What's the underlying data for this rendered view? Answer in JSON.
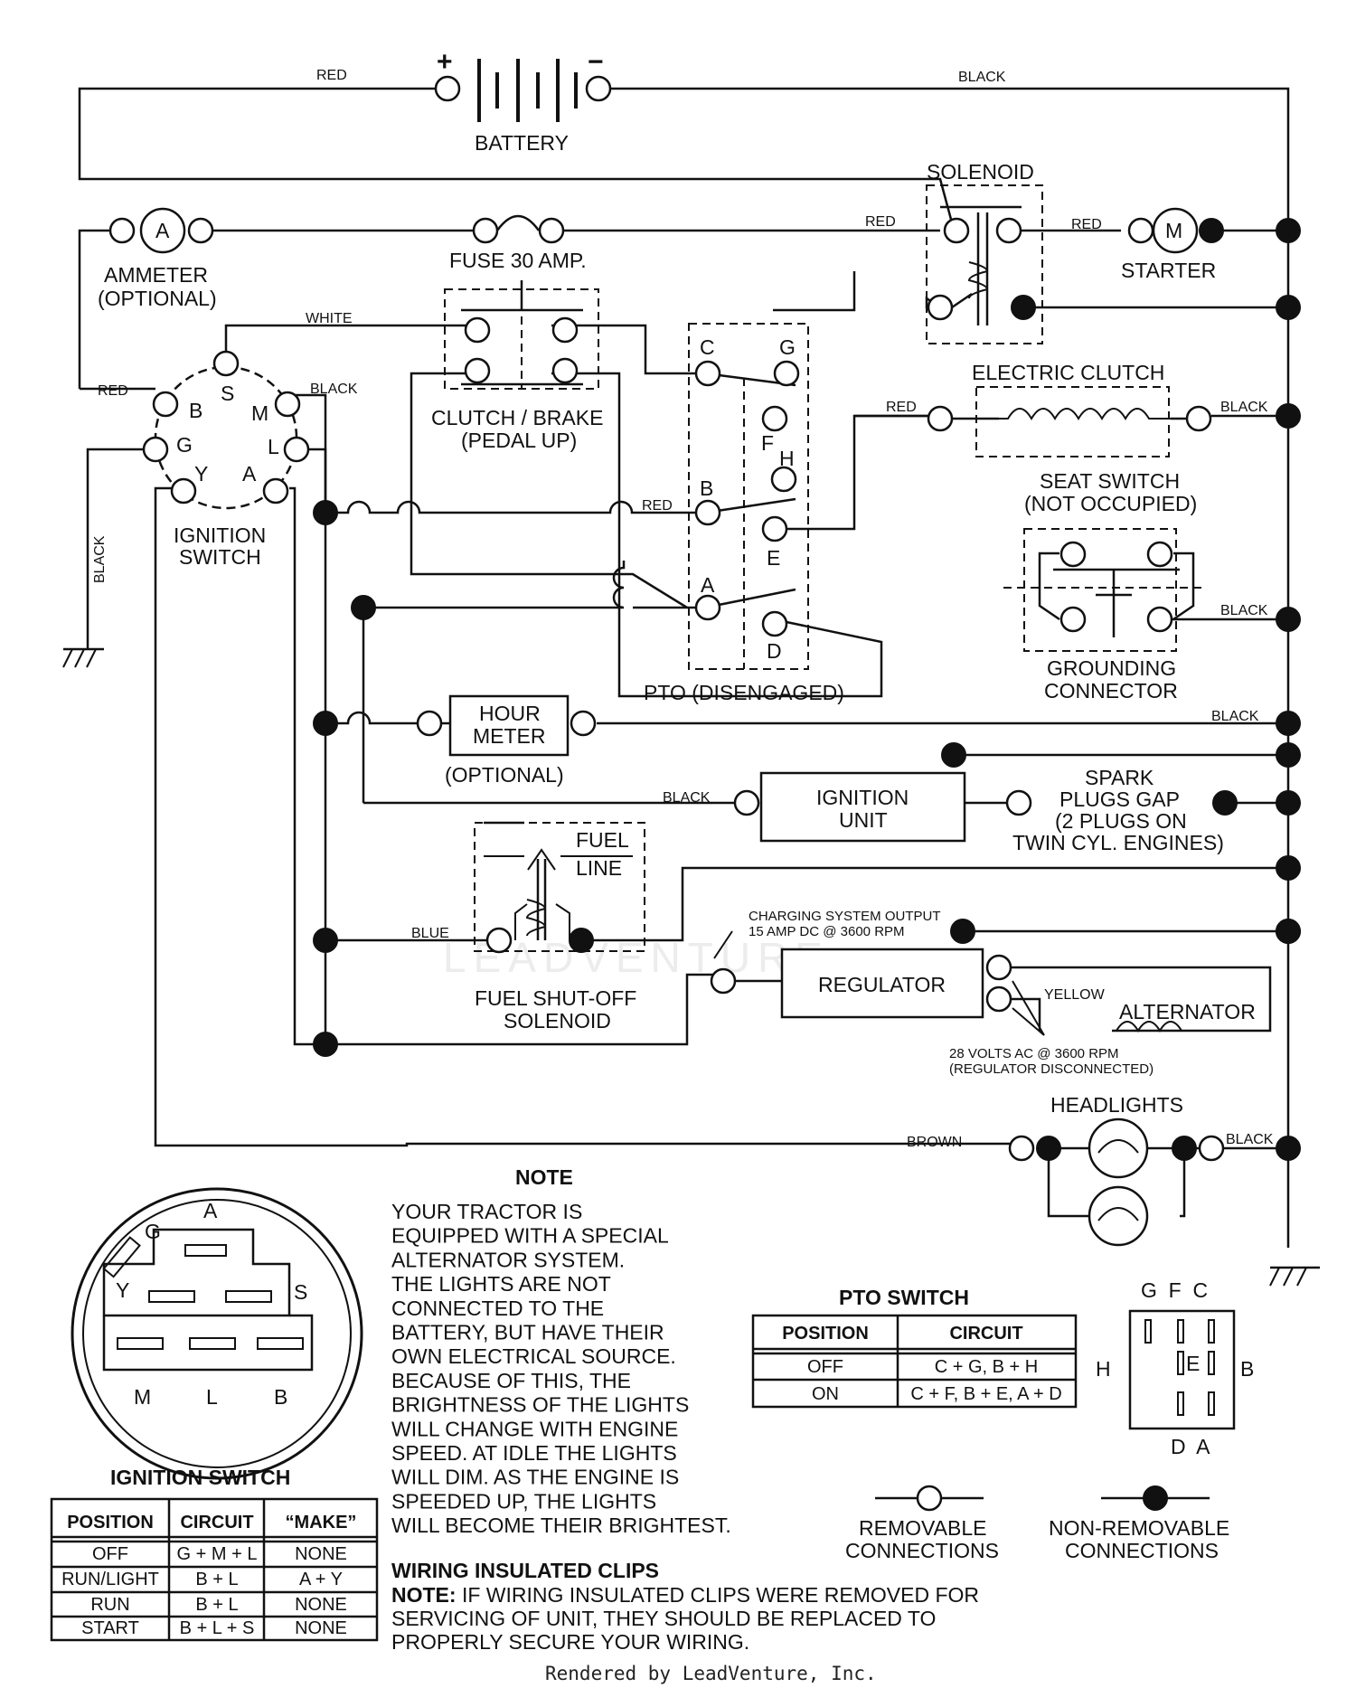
{
  "title": "Rendered by LeadVenture, Inc.",
  "watermark": "LEADVENTURE",
  "wire_colors": {
    "red": "RED",
    "black": "BLACK",
    "white": "WHITE",
    "blue": "BLUE",
    "yellow": "YELLOW",
    "brown": "BROWN"
  },
  "components": {
    "battery": "BATTERY",
    "battery_pos": "+",
    "battery_neg": "−",
    "solenoid": "SOLENOID",
    "starter": "STARTER",
    "starter_symbol": "M",
    "ammeter_l1": "AMMETER",
    "ammeter_l2": "(OPTIONAL)",
    "ammeter_symbol": "A",
    "fuse": "FUSE 30 AMP.",
    "clutch_brake_l1": "CLUTCH / BRAKE",
    "clutch_brake_l2": "(PEDAL UP)",
    "electric_clutch": "ELECTRIC CLUTCH",
    "seat_switch_l1": "SEAT SWITCH",
    "seat_switch_l2": "(NOT OCCUPIED)",
    "grounding_l1": "GROUNDING",
    "grounding_l2": "CONNECTOR",
    "ignition_switch_l1": "IGNITION",
    "ignition_switch_l2": "SWITCH",
    "pto": "PTO (DISENGAGED)",
    "hour_meter_l1": "HOUR",
    "hour_meter_l2": "METER",
    "hour_meter_opt": "(OPTIONAL)",
    "ignition_unit_l1": "IGNITION",
    "ignition_unit_l2": "UNIT",
    "spark_l1": "SPARK",
    "spark_l2": "PLUGS GAP",
    "spark_l3": "(2 PLUGS ON",
    "spark_l4": "TWIN CYL. ENGINES)",
    "fuel_line_l1": "FUEL",
    "fuel_line_l2": "LINE",
    "fuel_solenoid_l1": "FUEL SHUT-OFF",
    "fuel_solenoid_l2": "SOLENOID",
    "charging_l1": "CHARGING SYSTEM OUTPUT",
    "charging_l2": "15 AMP DC @ 3600 RPM",
    "regulator": "REGULATOR",
    "alternator": "ALTERNATOR",
    "ac_l1": "28 VOLTS AC @ 3600 RPM",
    "ac_l2": "(REGULATOR DISCONNECTED)",
    "headlights": "HEADLIGHTS"
  },
  "ignition_terminals": [
    "B",
    "S",
    "M",
    "G",
    "L",
    "Y",
    "A"
  ],
  "pto_terminals": [
    "C",
    "G",
    "F",
    "H",
    "B",
    "E",
    "A",
    "D"
  ],
  "note": {
    "heading": "NOTE",
    "lines": [
      "YOUR TRACTOR IS",
      "EQUIPPED WITH A SPECIAL",
      "ALTERNATOR SYSTEM.",
      "THE LIGHTS ARE NOT",
      "CONNECTED TO THE",
      "BATTERY, BUT HAVE THEIR",
      "OWN ELECTRICAL SOURCE.",
      "BECAUSE OF THIS, THE",
      "BRIGHTNESS OF THE LIGHTS",
      "WILL CHANGE WITH ENGINE",
      "SPEED.  AT IDLE THE LIGHTS",
      "WILL DIM.  AS THE ENGINE IS",
      "SPEEDED UP, THE LIGHTS",
      "WILL BECOME THEIR BRIGHTEST."
    ]
  },
  "clips": {
    "heading": "WIRING INSULATED CLIPS",
    "note_label": "NOTE:",
    "line1": " IF WIRING INSULATED CLIPS WERE REMOVED FOR",
    "line2": "SERVICING OF UNIT, THEY SHOULD BE REPLACED TO",
    "line3": "PROPERLY SECURE YOUR WIRING."
  },
  "ignition_switch_table": {
    "title": "IGNITION SWITCH",
    "headers": [
      "POSITION",
      "CIRCUIT",
      "“MAKE”"
    ],
    "rows": [
      [
        "OFF",
        "G + M + L",
        "NONE"
      ],
      [
        "RUN/LIGHT",
        "B + L",
        "A + Y"
      ],
      [
        "RUN",
        "B + L",
        "NONE"
      ],
      [
        "START",
        "B + L + S",
        "NONE"
      ]
    ]
  },
  "ignition_face": {
    "labels": [
      "G",
      "A",
      "Y",
      "S",
      "M",
      "L",
      "B"
    ]
  },
  "pto_switch_table": {
    "title": "PTO SWITCH",
    "headers": [
      "POSITION",
      "CIRCUIT"
    ],
    "rows": [
      [
        "OFF",
        "C + G, B + H"
      ],
      [
        "ON",
        "C + F, B + E, A + D"
      ]
    ]
  },
  "pto_face": {
    "top": "G  F  C",
    "left": "H",
    "right": "B",
    "center": "E",
    "bottom": "D  A"
  },
  "legend": {
    "removable_l1": "REMOVABLE",
    "removable_l2": "CONNECTIONS",
    "nonremovable_l1": "NON-REMOVABLE",
    "nonremovable_l2": "CONNECTIONS"
  }
}
